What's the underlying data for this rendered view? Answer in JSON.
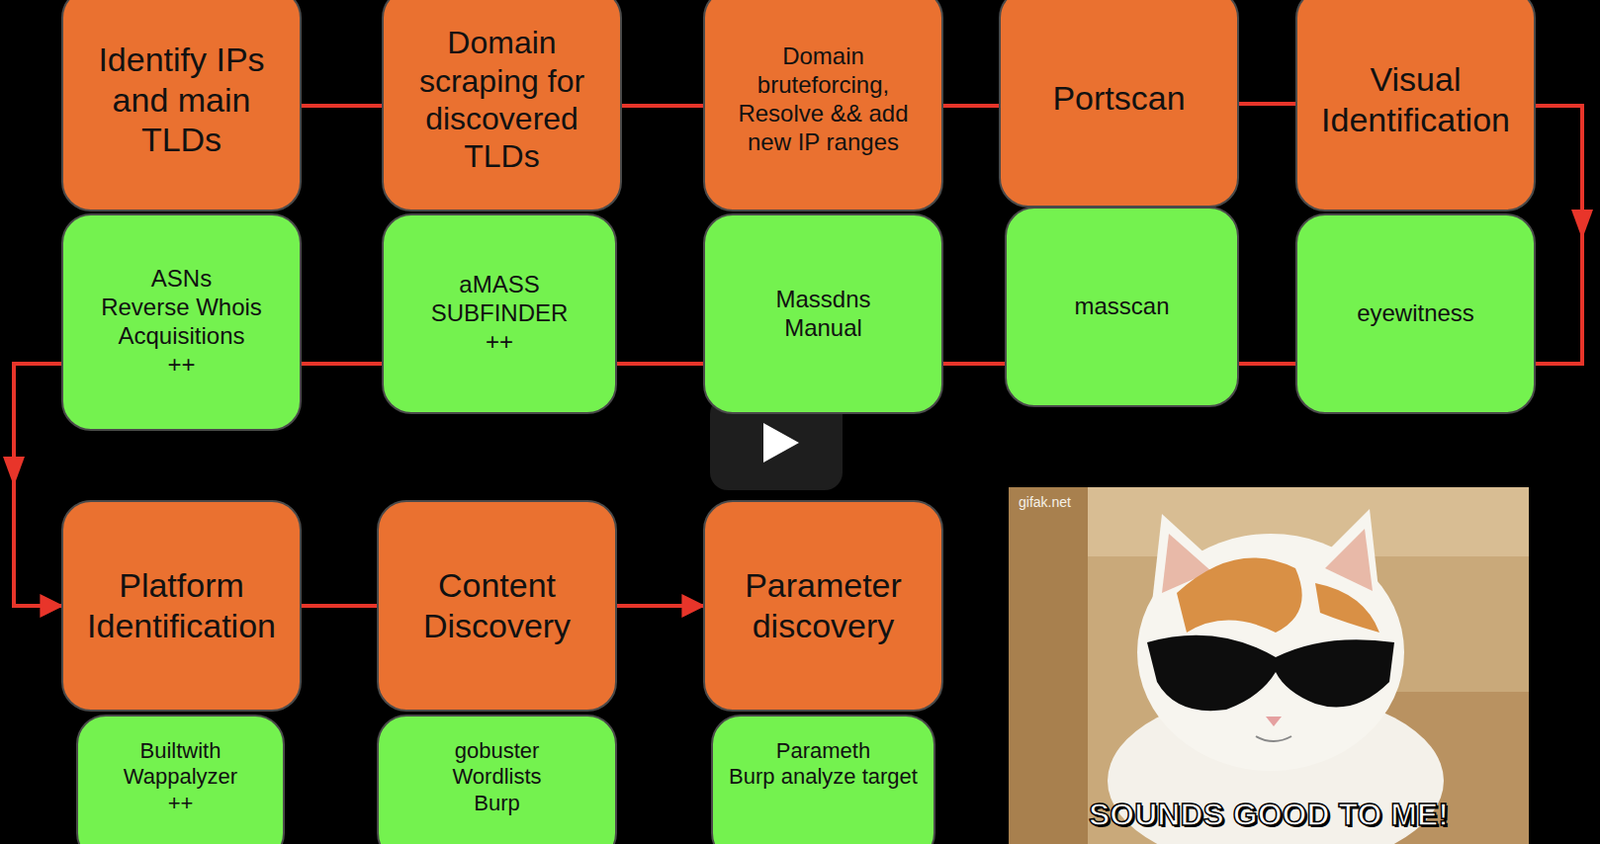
{
  "diagram": {
    "nodes": [
      {
        "text": [
          "Identify IPs and main TLDs"
        ]
      },
      {
        "text": [
          "ASNs",
          "Reverse Whois",
          "Acquisitions",
          "++"
        ]
      },
      {
        "text": [
          "Domain scraping for discovered TLDs"
        ]
      },
      {
        "text": [
          "aMASS",
          "SUBFINDER",
          "++"
        ]
      },
      {
        "text": [
          "Domain bruteforcing, Resolve && add new IP ranges"
        ]
      },
      {
        "text": [
          "Massdns",
          "Manual"
        ]
      },
      {
        "text": [
          "Portscan"
        ]
      },
      {
        "text": [
          "masscan"
        ]
      },
      {
        "text": [
          "Visual Identification"
        ]
      },
      {
        "text": [
          "eyewitness"
        ]
      },
      {
        "text": [
          "Platform Identification"
        ]
      },
      {
        "text": [
          "Builtwith",
          "Wappalyzer",
          "++"
        ]
      },
      {
        "text": [
          "Content Discovery"
        ]
      },
      {
        "text": [
          "gobuster",
          "Wordlists",
          "Burp"
        ]
      },
      {
        "text": [
          "Parameter discovery"
        ]
      },
      {
        "text": [
          "Parameth",
          "Burp analyze target"
        ]
      }
    ],
    "edges": [
      {
        "from": 0,
        "to": 2,
        "arrow": "none"
      },
      {
        "from": 2,
        "to": 4,
        "arrow": "none"
      },
      {
        "from": 4,
        "to": 6,
        "arrow": "none"
      },
      {
        "from": 6,
        "to": 8,
        "arrow": "none"
      },
      {
        "from": 8,
        "to": 10,
        "arrow": "to"
      },
      {
        "from": 10,
        "to": 12,
        "arrow": "none"
      },
      {
        "from": 12,
        "to": 14,
        "arrow": "to"
      }
    ],
    "labels": [
      "gifak.net",
      "SOUNDS GOOD TO ME!"
    ]
  }
}
